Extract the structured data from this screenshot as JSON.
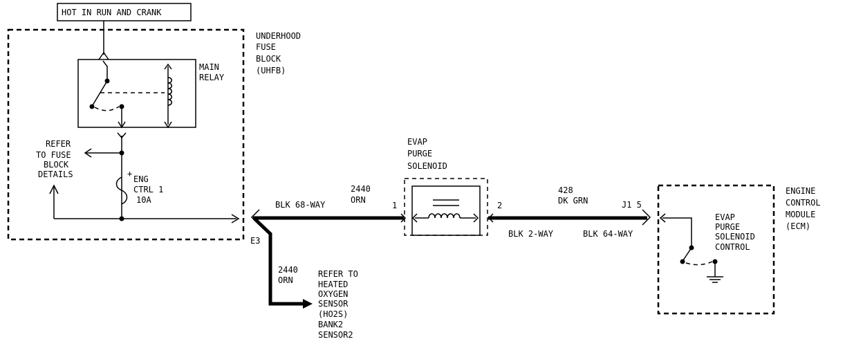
{
  "power_label": "HOT IN RUN AND CRANK",
  "uhfb": {
    "name_lines": [
      "UNDERHOOD",
      "FUSE",
      "BLOCK",
      "(UHFB)"
    ],
    "relay_label_lines": [
      "MAIN",
      "RELAY"
    ],
    "refer_lines": [
      "REFER",
      "TO FUSE",
      "BLOCK",
      "DETAILS"
    ],
    "fuse_lines": [
      "ENG",
      "CTRL 1",
      "10A"
    ],
    "fuse_polarity": "+"
  },
  "connector_e3": {
    "name": "E3",
    "type": "BLK 68-WAY"
  },
  "wire_to_solenoid": {
    "circuit": "2440",
    "color": "ORN"
  },
  "branch_wire": {
    "circuit": "2440",
    "color": "ORN"
  },
  "branch_refer_lines": [
    "REFER TO",
    "HEATED",
    "OXYGEN",
    "SENSOR",
    "(HO2S)",
    "BANK2",
    "SENSOR2"
  ],
  "solenoid": {
    "name_lines": [
      "EVAP",
      "PURGE",
      "SOLENOID"
    ],
    "pin_in": "1",
    "pin_out": "2",
    "connector": "BLK 2-WAY"
  },
  "wire_to_ecm": {
    "circuit": "428",
    "color": "DK GRN"
  },
  "ecm_connector": {
    "pin": "J1 5",
    "type": "BLK 64-WAY"
  },
  "ecm": {
    "name_lines": [
      "ENGINE",
      "CONTROL",
      "MODULE",
      "(ECM)"
    ],
    "control_lines": [
      "EVAP",
      "PURGE",
      "SOLENOID",
      "CONTROL"
    ]
  }
}
